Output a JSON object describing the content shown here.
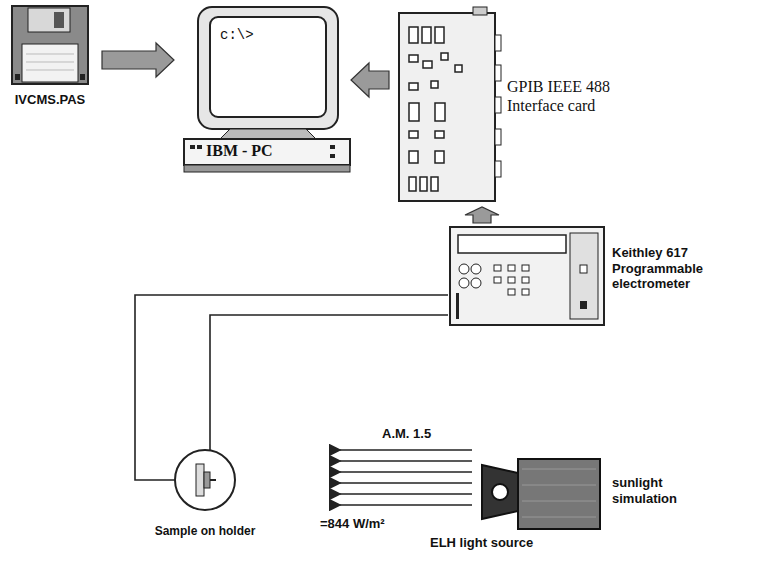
{
  "diagram": {
    "nodes": [
      {
        "text": [
          "IVCMS.PAS"
        ]
      },
      {
        "text": [
          "c:\\>",
          "IBM - PC"
        ]
      },
      {
        "text": [
          "GPIB IEEE 488 Interface card"
        ]
      },
      {
        "text": [
          "Keithley 617 Programmable electrometer"
        ]
      },
      {
        "text": [
          "Sample on holder"
        ]
      },
      {
        "text": [
          "sunlight simulation",
          "ELH light source"
        ]
      }
    ],
    "edges": [
      {
        "from": 0,
        "to": 1,
        "arrow": "to"
      },
      {
        "from": 2,
        "to": 1,
        "arrow": "to"
      },
      {
        "from": 3,
        "to": 2,
        "arrow": "to"
      },
      {
        "from": 3,
        "to": 4,
        "arrow": "none"
      }
    ],
    "labels": [
      "A.M. 1.5",
      "=844 W/m²"
    ]
  }
}
